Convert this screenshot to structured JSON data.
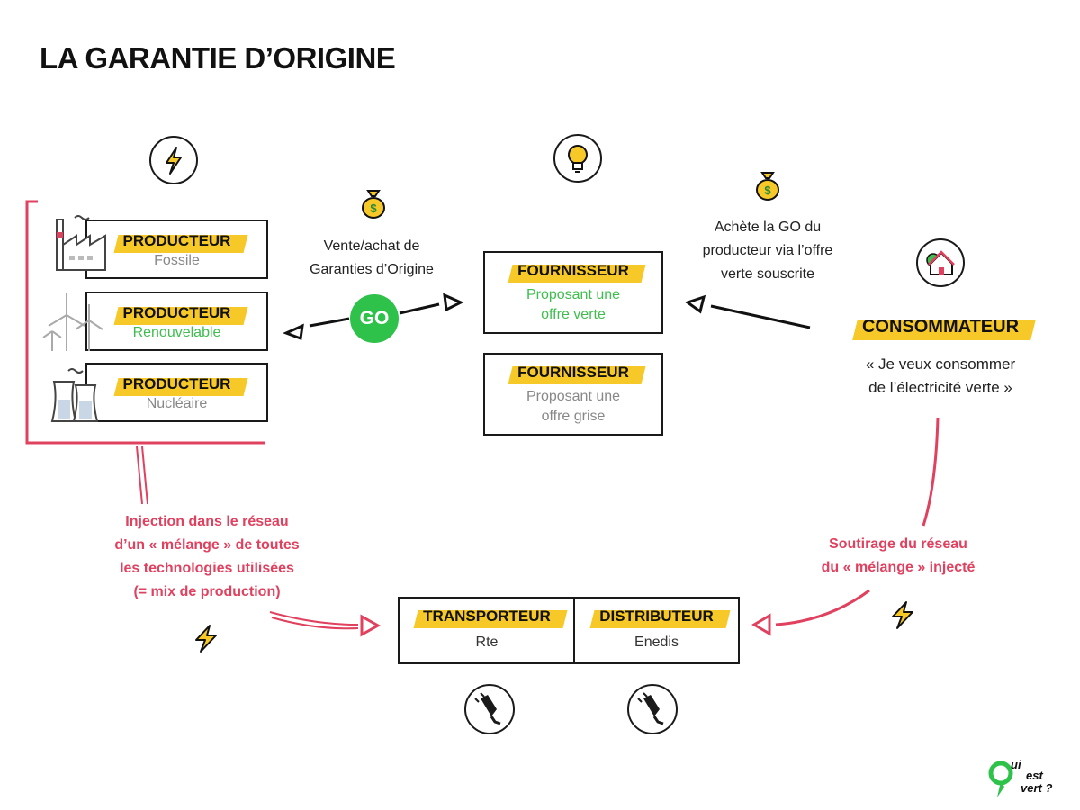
{
  "title": "LA GARANTIE D’ORIGINE",
  "producers": [
    {
      "role": "PRODUCTEUR",
      "type": "Fossile"
    },
    {
      "role": "PRODUCTEUR",
      "type": "Renouvelable"
    },
    {
      "role": "PRODUCTEUR",
      "type": "Nucléaire"
    }
  ],
  "suppliers": [
    {
      "role": "FOURNISSEUR",
      "desc_line1": "Proposant une",
      "desc_line2": "offre verte"
    },
    {
      "role": "FOURNISSEUR",
      "desc_line1": "Proposant une",
      "desc_line2": "offre grise"
    }
  ],
  "go_exchange": {
    "line1": "Vente/achat de",
    "line2": "Garanties d’Origine",
    "badge": "GO"
  },
  "consumer_purchase": {
    "line1": "Achète la GO du",
    "line2": "producteur via l’offre",
    "line3": "verte souscrite"
  },
  "consumer": {
    "role": "CONSOMMATEUR",
    "quote_line1": "« Je veux consommer",
    "quote_line2": "de l’électricité verte »"
  },
  "injection": {
    "line1": "Injection dans le réseau",
    "line2": "d’un « mélange » de toutes",
    "line3": "les technologies utilisées",
    "line4": "(= mix de production)"
  },
  "withdrawal": {
    "line1": "Soutirage du réseau",
    "line2": "du « mélange » injecté"
  },
  "network": [
    {
      "role": "TRANSPORTEUR",
      "name": "Rte"
    },
    {
      "role": "DISTRIBUTEUR",
      "name": "Enedis"
    }
  ],
  "logo": {
    "text1": "ui",
    "text2": "est",
    "text3": "vert ?"
  },
  "colors": {
    "accent_yellow": "#f7c928",
    "accent_red": "#e0415f",
    "green": "#2fc24b"
  },
  "icons": [
    "lightning-icon",
    "lightbulb-icon",
    "money-bag-icon",
    "house-icon",
    "factory-icon",
    "wind-turbine-icon",
    "nuclear-plant-icon",
    "power-plug-icon"
  ]
}
